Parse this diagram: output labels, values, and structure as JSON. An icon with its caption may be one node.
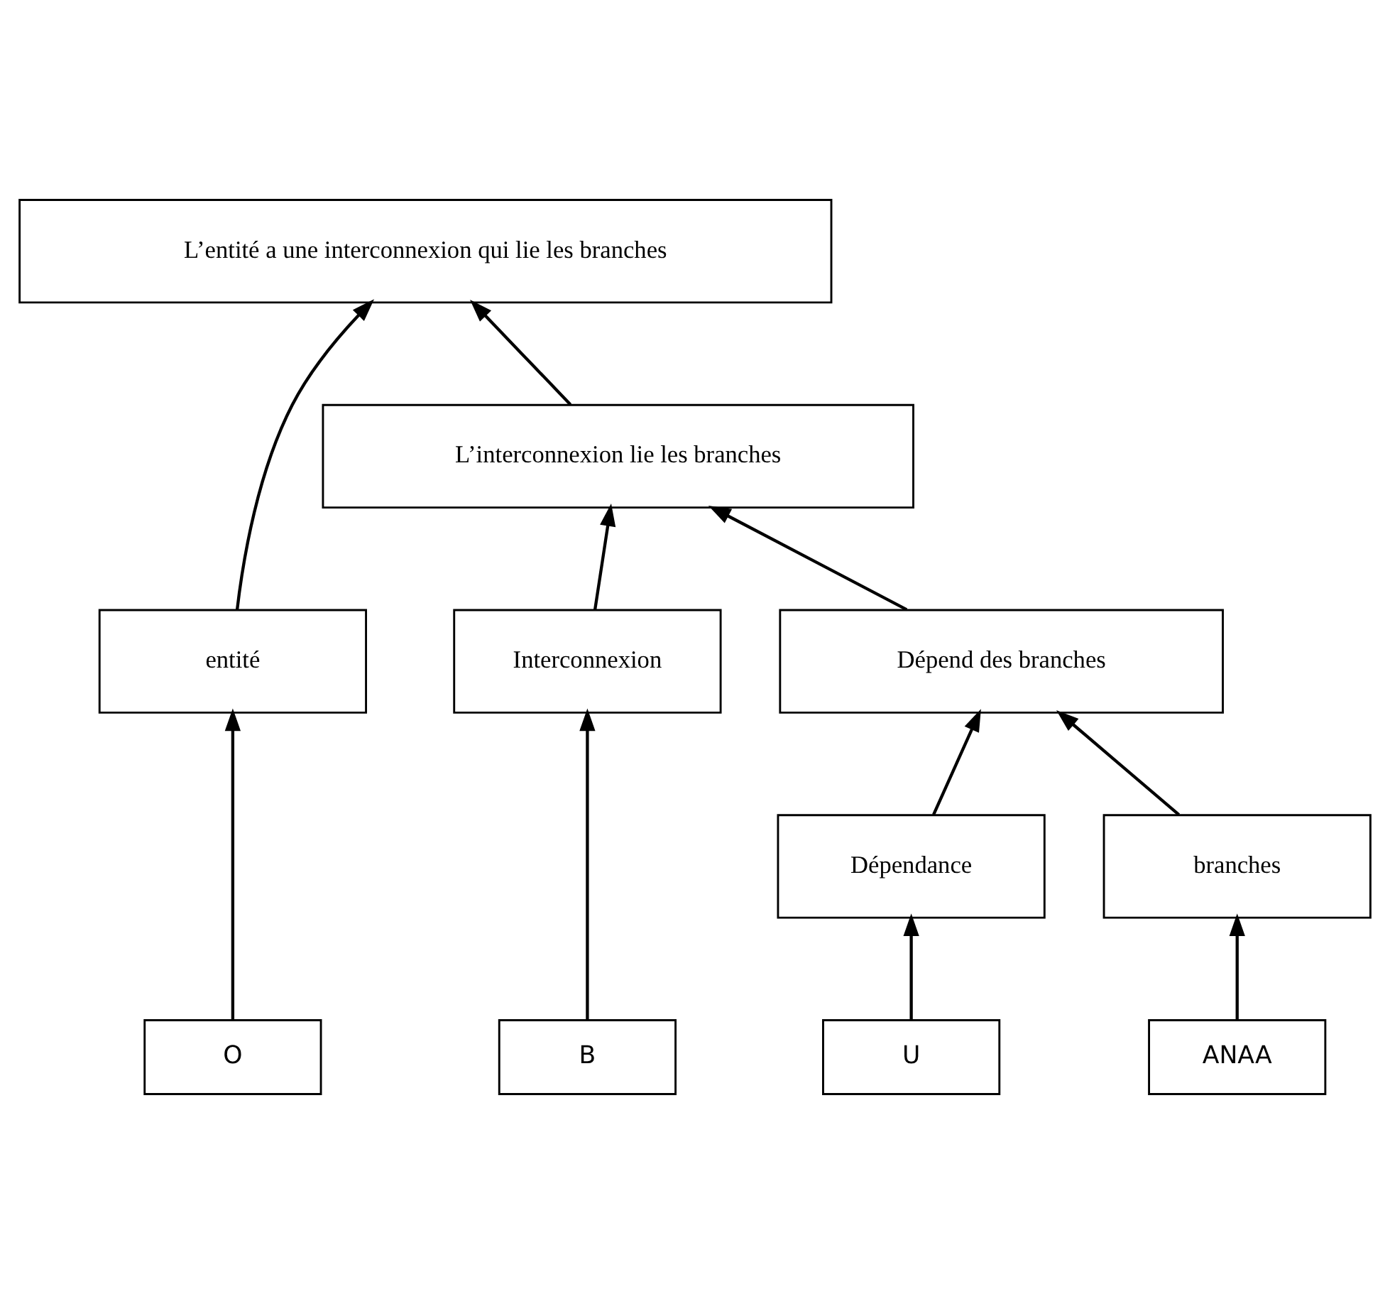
{
  "diagram": {
    "nodes": [
      {
        "text": [
          "L’entité a une interconnexion qui lie les branches"
        ]
      },
      {
        "text": [
          "entité"
        ]
      },
      {
        "text": [
          "L’interconnexion lie les branches"
        ]
      },
      {
        "text": [
          "Interconnexion"
        ]
      },
      {
        "text": [
          "Dépend des branches"
        ]
      },
      {
        "text": [
          "Dépendance"
        ]
      },
      {
        "text": [
          "branches"
        ]
      },
      {
        "text": [
          "O"
        ]
      },
      {
        "text": [
          "B"
        ]
      },
      {
        "text": [
          "U"
        ]
      },
      {
        "text": [
          "ANAA"
        ]
      }
    ],
    "edges": [
      {
        "from": 1,
        "to": 0,
        "arrow": "to"
      },
      {
        "from": 2,
        "to": 0,
        "arrow": "to"
      },
      {
        "from": 7,
        "to": 1,
        "arrow": "to"
      },
      {
        "from": 3,
        "to": 2,
        "arrow": "to"
      },
      {
        "from": 4,
        "to": 2,
        "arrow": "to"
      },
      {
        "from": 8,
        "to": 3,
        "arrow": "to"
      },
      {
        "from": 5,
        "to": 4,
        "arrow": "to"
      },
      {
        "from": 6,
        "to": 4,
        "arrow": "to"
      },
      {
        "from": 9,
        "to": 5,
        "arrow": "to"
      },
      {
        "from": 10,
        "to": 6,
        "arrow": "to"
      }
    ]
  }
}
